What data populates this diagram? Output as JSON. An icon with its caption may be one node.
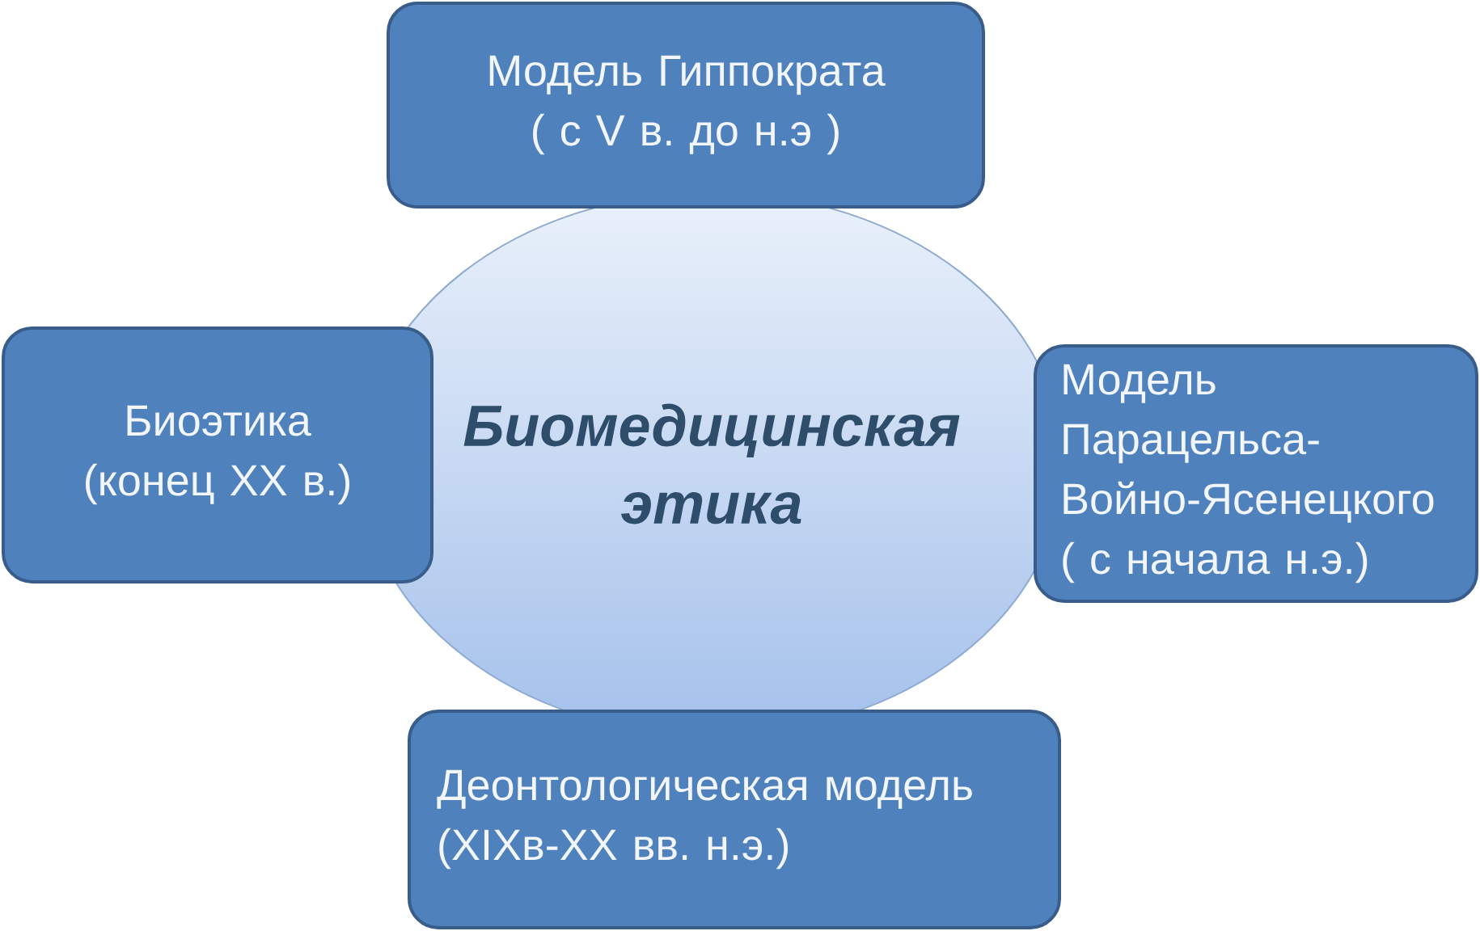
{
  "diagram": {
    "nodes": [
      {
        "text": [
          "Биомедицинская этика"
        ]
      },
      {
        "text": [
          "Модель Гиппократа",
          "( с V в. до н.э )"
        ]
      },
      {
        "text": [
          "Биоэтика",
          "(конец XX в.)"
        ]
      },
      {
        "text": [
          "Модель Парацельса-Войно-Ясенецкого",
          "( с начала н.э.)"
        ]
      },
      {
        "text": [
          "Деонтологическая модель",
          "(XIXв-XX вв. н.э.)"
        ]
      }
    ]
  }
}
